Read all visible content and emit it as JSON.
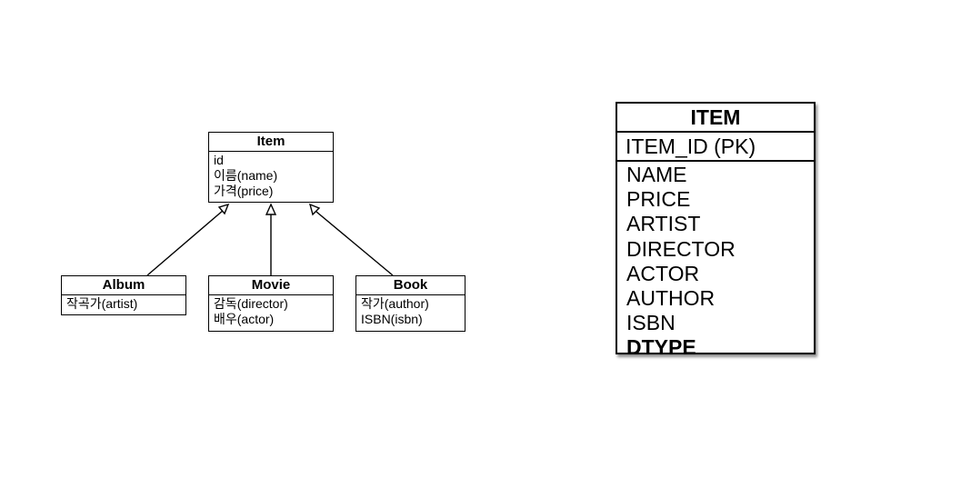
{
  "uml": {
    "item": {
      "title": "Item",
      "attributes": [
        "id",
        "이름(name)",
        "가격(price)"
      ]
    },
    "album": {
      "title": "Album",
      "attributes": [
        "작곡가(artist)"
      ]
    },
    "movie": {
      "title": "Movie",
      "attributes": [
        "감독(director)",
        "배우(actor)"
      ]
    },
    "book": {
      "title": "Book",
      "attributes": [
        "작가(author)",
        "ISBN(isbn)"
      ]
    }
  },
  "table": {
    "name": "ITEM",
    "pk": "ITEM_ID (PK)",
    "columns": [
      "NAME",
      "PRICE",
      "ARTIST",
      "DIRECTOR",
      "ACTOR",
      "AUTHOR",
      "ISBN",
      "DTYPE"
    ]
  }
}
